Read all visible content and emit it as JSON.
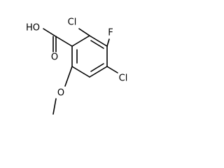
{
  "atoms": {
    "hydroxyl": "HO",
    "carbonyl_oxygen": "O",
    "chloro_2": "Cl",
    "fluoro": "F",
    "chloro_4": "Cl",
    "methoxy_oxygen": "O"
  },
  "colors": {
    "bond": "#000000",
    "label": "#000000",
    "background": "#ffffff"
  }
}
